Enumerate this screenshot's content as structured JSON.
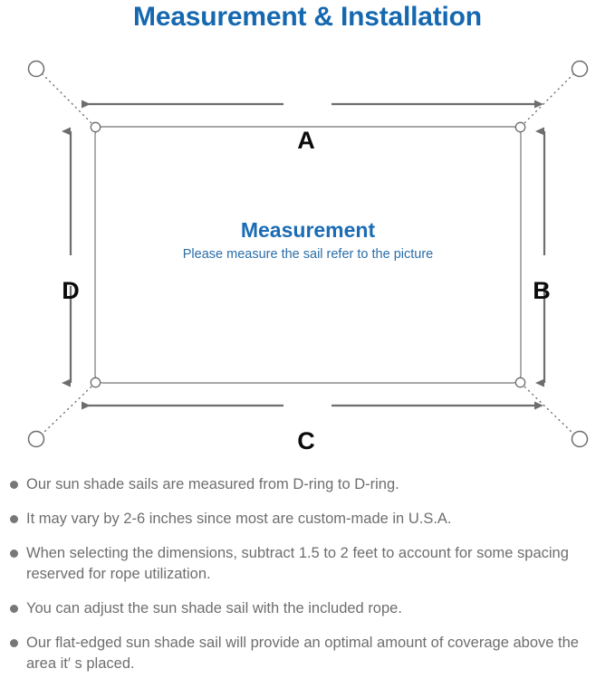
{
  "header": {
    "title": "Measurement & Installation",
    "title_color": "#1568b0"
  },
  "diagram": {
    "name": "shade-sail-measurement-diagram",
    "center": {
      "title": "Measurement",
      "subtitle": "Please measure the sail refer to the picture",
      "title_color": "#1b6cb5",
      "subtitle_color": "#2b6ea8"
    },
    "dimension_labels": {
      "top": "A",
      "right": "B",
      "bottom": "C",
      "left": "D"
    },
    "line_color": "#6d6d6d",
    "sail_outline_color": "#8a8a8a",
    "anchor_count": 4,
    "d_ring_count": 4,
    "label_color": "#0b0b0b"
  },
  "notes": {
    "bullet_color": "#777777",
    "text_color": "#6e6e6e",
    "items": [
      "Our sun shade sails are measured from D-ring to D-ring.",
      "It may vary by 2-6 inches since most are custom-made in U.S.A.",
      "When selecting the dimensions, subtract 1.5 to 2 feet to account for some spacing reserved for rope utilization.",
      "You can adjust the sun shade sail with the included rope.",
      "Our flat-edged sun shade sail will provide an optimal amount of coverage above the area it′ s placed."
    ]
  }
}
